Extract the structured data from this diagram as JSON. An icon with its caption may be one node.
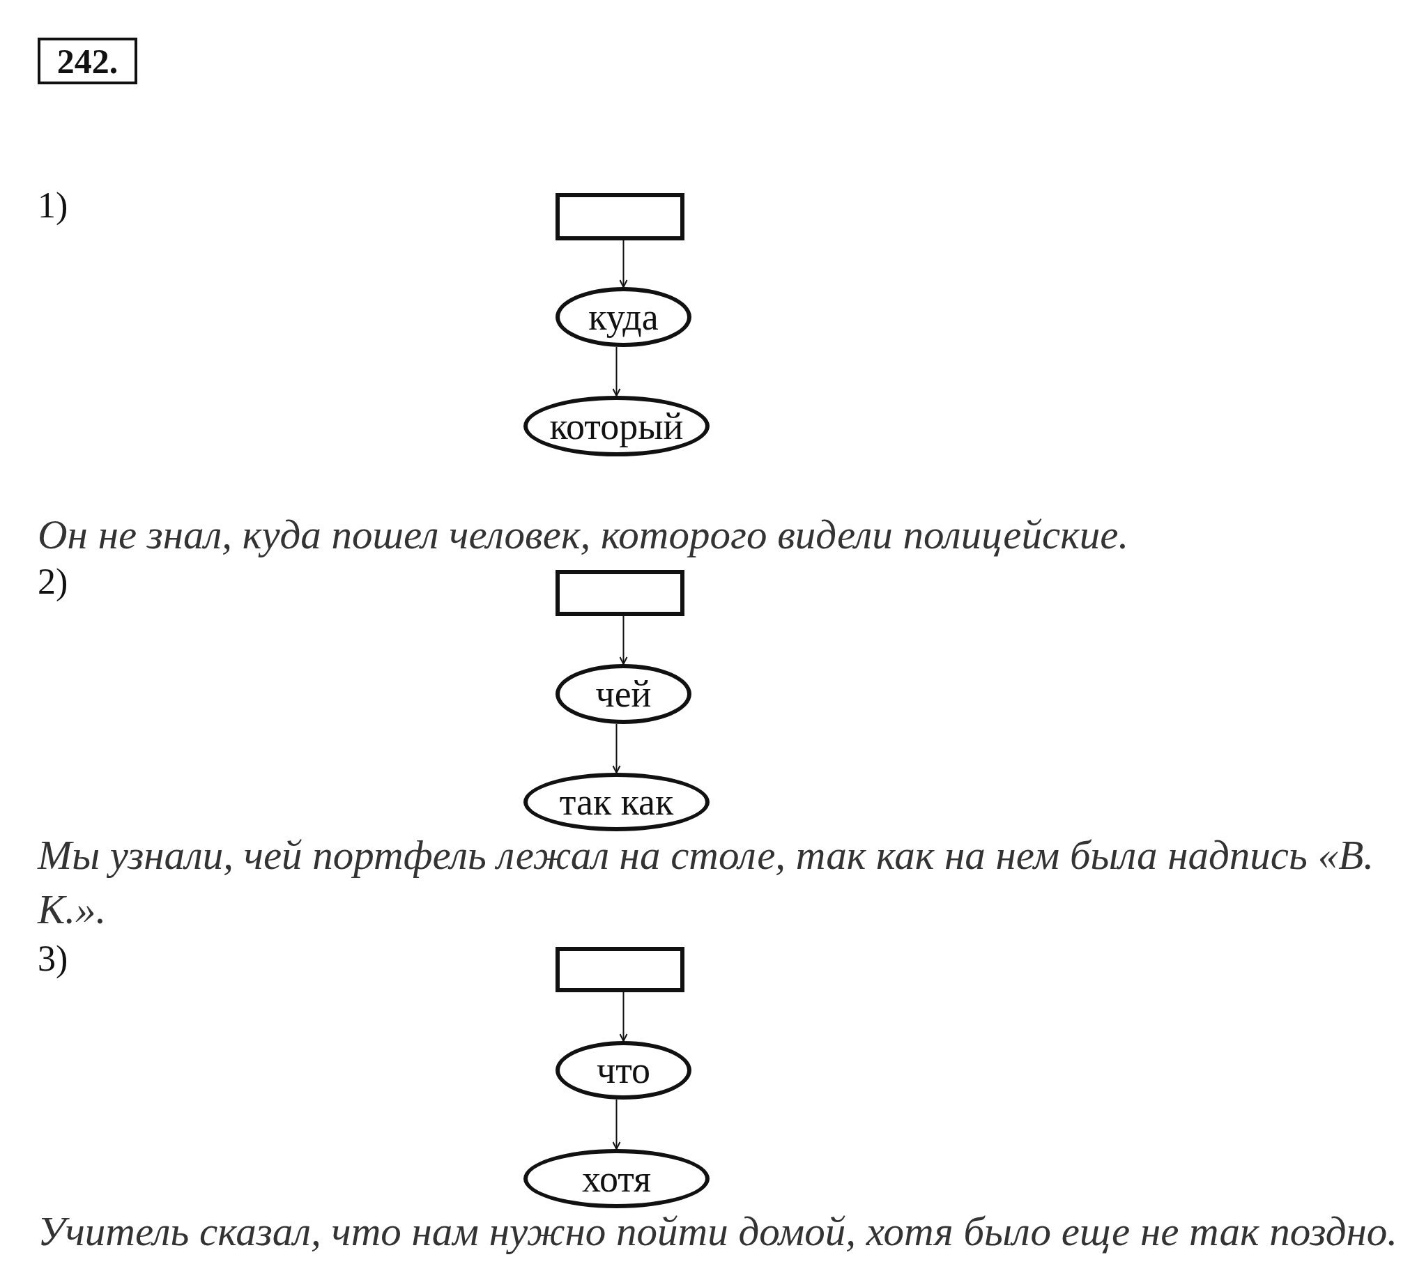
{
  "diagram": {
    "title": "242.",
    "nodes": [
      {
        "text": [],
        "shape": "box"
      },
      {
        "text": [
          "куда"
        ]
      },
      {
        "text": [
          "который"
        ]
      },
      {
        "text": [],
        "shape": "box"
      },
      {
        "text": [
          "чей"
        ]
      },
      {
        "text": [
          "так как"
        ]
      },
      {
        "text": [],
        "shape": "box"
      },
      {
        "text": [
          "что"
        ]
      },
      {
        "text": [
          "хотя"
        ]
      }
    ],
    "edges": [
      {
        "from": 0,
        "to": 1,
        "arrow": "to"
      },
      {
        "from": 1,
        "to": 2,
        "arrow": "to"
      },
      {
        "from": 3,
        "to": 4,
        "arrow": "to"
      },
      {
        "from": 4,
        "to": 5,
        "arrow": "to"
      },
      {
        "from": 6,
        "to": 7,
        "arrow": "to"
      },
      {
        "from": 7,
        "to": 8,
        "arrow": "to"
      }
    ],
    "labels": [
      "1)",
      "Он не знал, куда пошел человек, которого видели полицейские.",
      "2)",
      "Мы узнали, чей портфель лежал на столе, так как на нем была надпись «В. К.».",
      "3)",
      "Учитель сказал, что нам нужно пойти домой, хотя было еще не так поздно."
    ]
  }
}
